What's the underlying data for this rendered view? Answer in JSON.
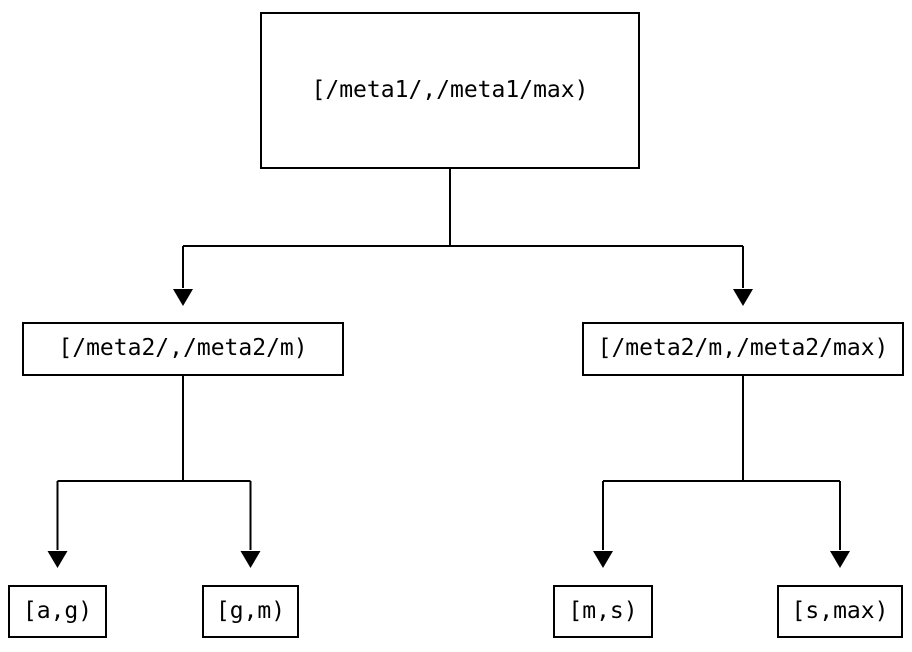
{
  "diagram": {
    "background_color": "#ffffff",
    "line_color": "#000000",
    "tree": {
      "root": {
        "label": "[/meta1/,/meta1/max)",
        "children": [
          {
            "label": "[/meta2/,/meta2/m)",
            "children": [
              {
                "label": "[a,g)"
              },
              {
                "label": "[g,m)"
              }
            ]
          },
          {
            "label": "[/meta2/m,/meta2/max)",
            "children": [
              {
                "label": "[m,s)"
              },
              {
                "label": "[s,max)"
              }
            ]
          }
        ]
      }
    }
  }
}
